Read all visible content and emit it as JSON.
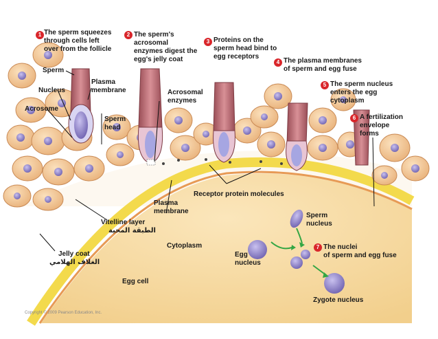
{
  "steps": [
    {
      "num": "1",
      "text": "The sperm squeezes\nthrough cells left\nover from the follicle"
    },
    {
      "num": "2",
      "text": "The sperm's\nacrosomal\nenzymes digest the\negg's jelly coat"
    },
    {
      "num": "3",
      "text": "Proteins on the\nsperm head bind to\negg receptors"
    },
    {
      "num": "4",
      "text": "The plasma membranes\nof sperm and egg fuse"
    },
    {
      "num": "5",
      "text": "The sperm nucleus\nenters the egg\ncytoplasm"
    },
    {
      "num": "6",
      "text": "A fertilization\nenvelope\nforms"
    },
    {
      "num": "7",
      "text": "The nuclei\nof sperm and egg fuse"
    }
  ],
  "labels": {
    "sperm": "Sperm",
    "nucleus": "Nucleus",
    "plasma_membrane_top": "Plasma\nmembrane",
    "acrosome": "Acrosome",
    "sperm_head": "Sperm\nhead",
    "acrosomal_enzymes": "Acrosomal\nenzymes",
    "receptor_proteins": "Receptor protein molecules",
    "plasma_membrane_mid": "Plasma\nmembrane",
    "vitelline_layer": "Vitelline layer",
    "vitelline_layer_ar": "الطبقة المحية",
    "jelly_coat": "Jelly coat",
    "jelly_coat_ar": "الغلاف الهلامي",
    "cytoplasm": "Cytoplasm",
    "egg_nucleus": "Egg\nnucleus",
    "sperm_nucleus": "Sperm\nnucleus",
    "egg_cell": "Egg cell",
    "zygote_nucleus": "Zygote nucleus",
    "copyright": "Copyright © 2009 Pearson Education, Inc."
  },
  "colors": {
    "step_badge": "#d9262b",
    "follicle_cell": "#f4c796",
    "follicle_nucleus": "#8d7fc4",
    "egg_cytoplasm": "#f9dfae",
    "vitelline": "#f5e05a",
    "membrane": "#e7a35f",
    "sperm_body": "#b96a70",
    "sperm_nucleus": "#9b9bd8",
    "jelly": "#fdf7ee"
  }
}
